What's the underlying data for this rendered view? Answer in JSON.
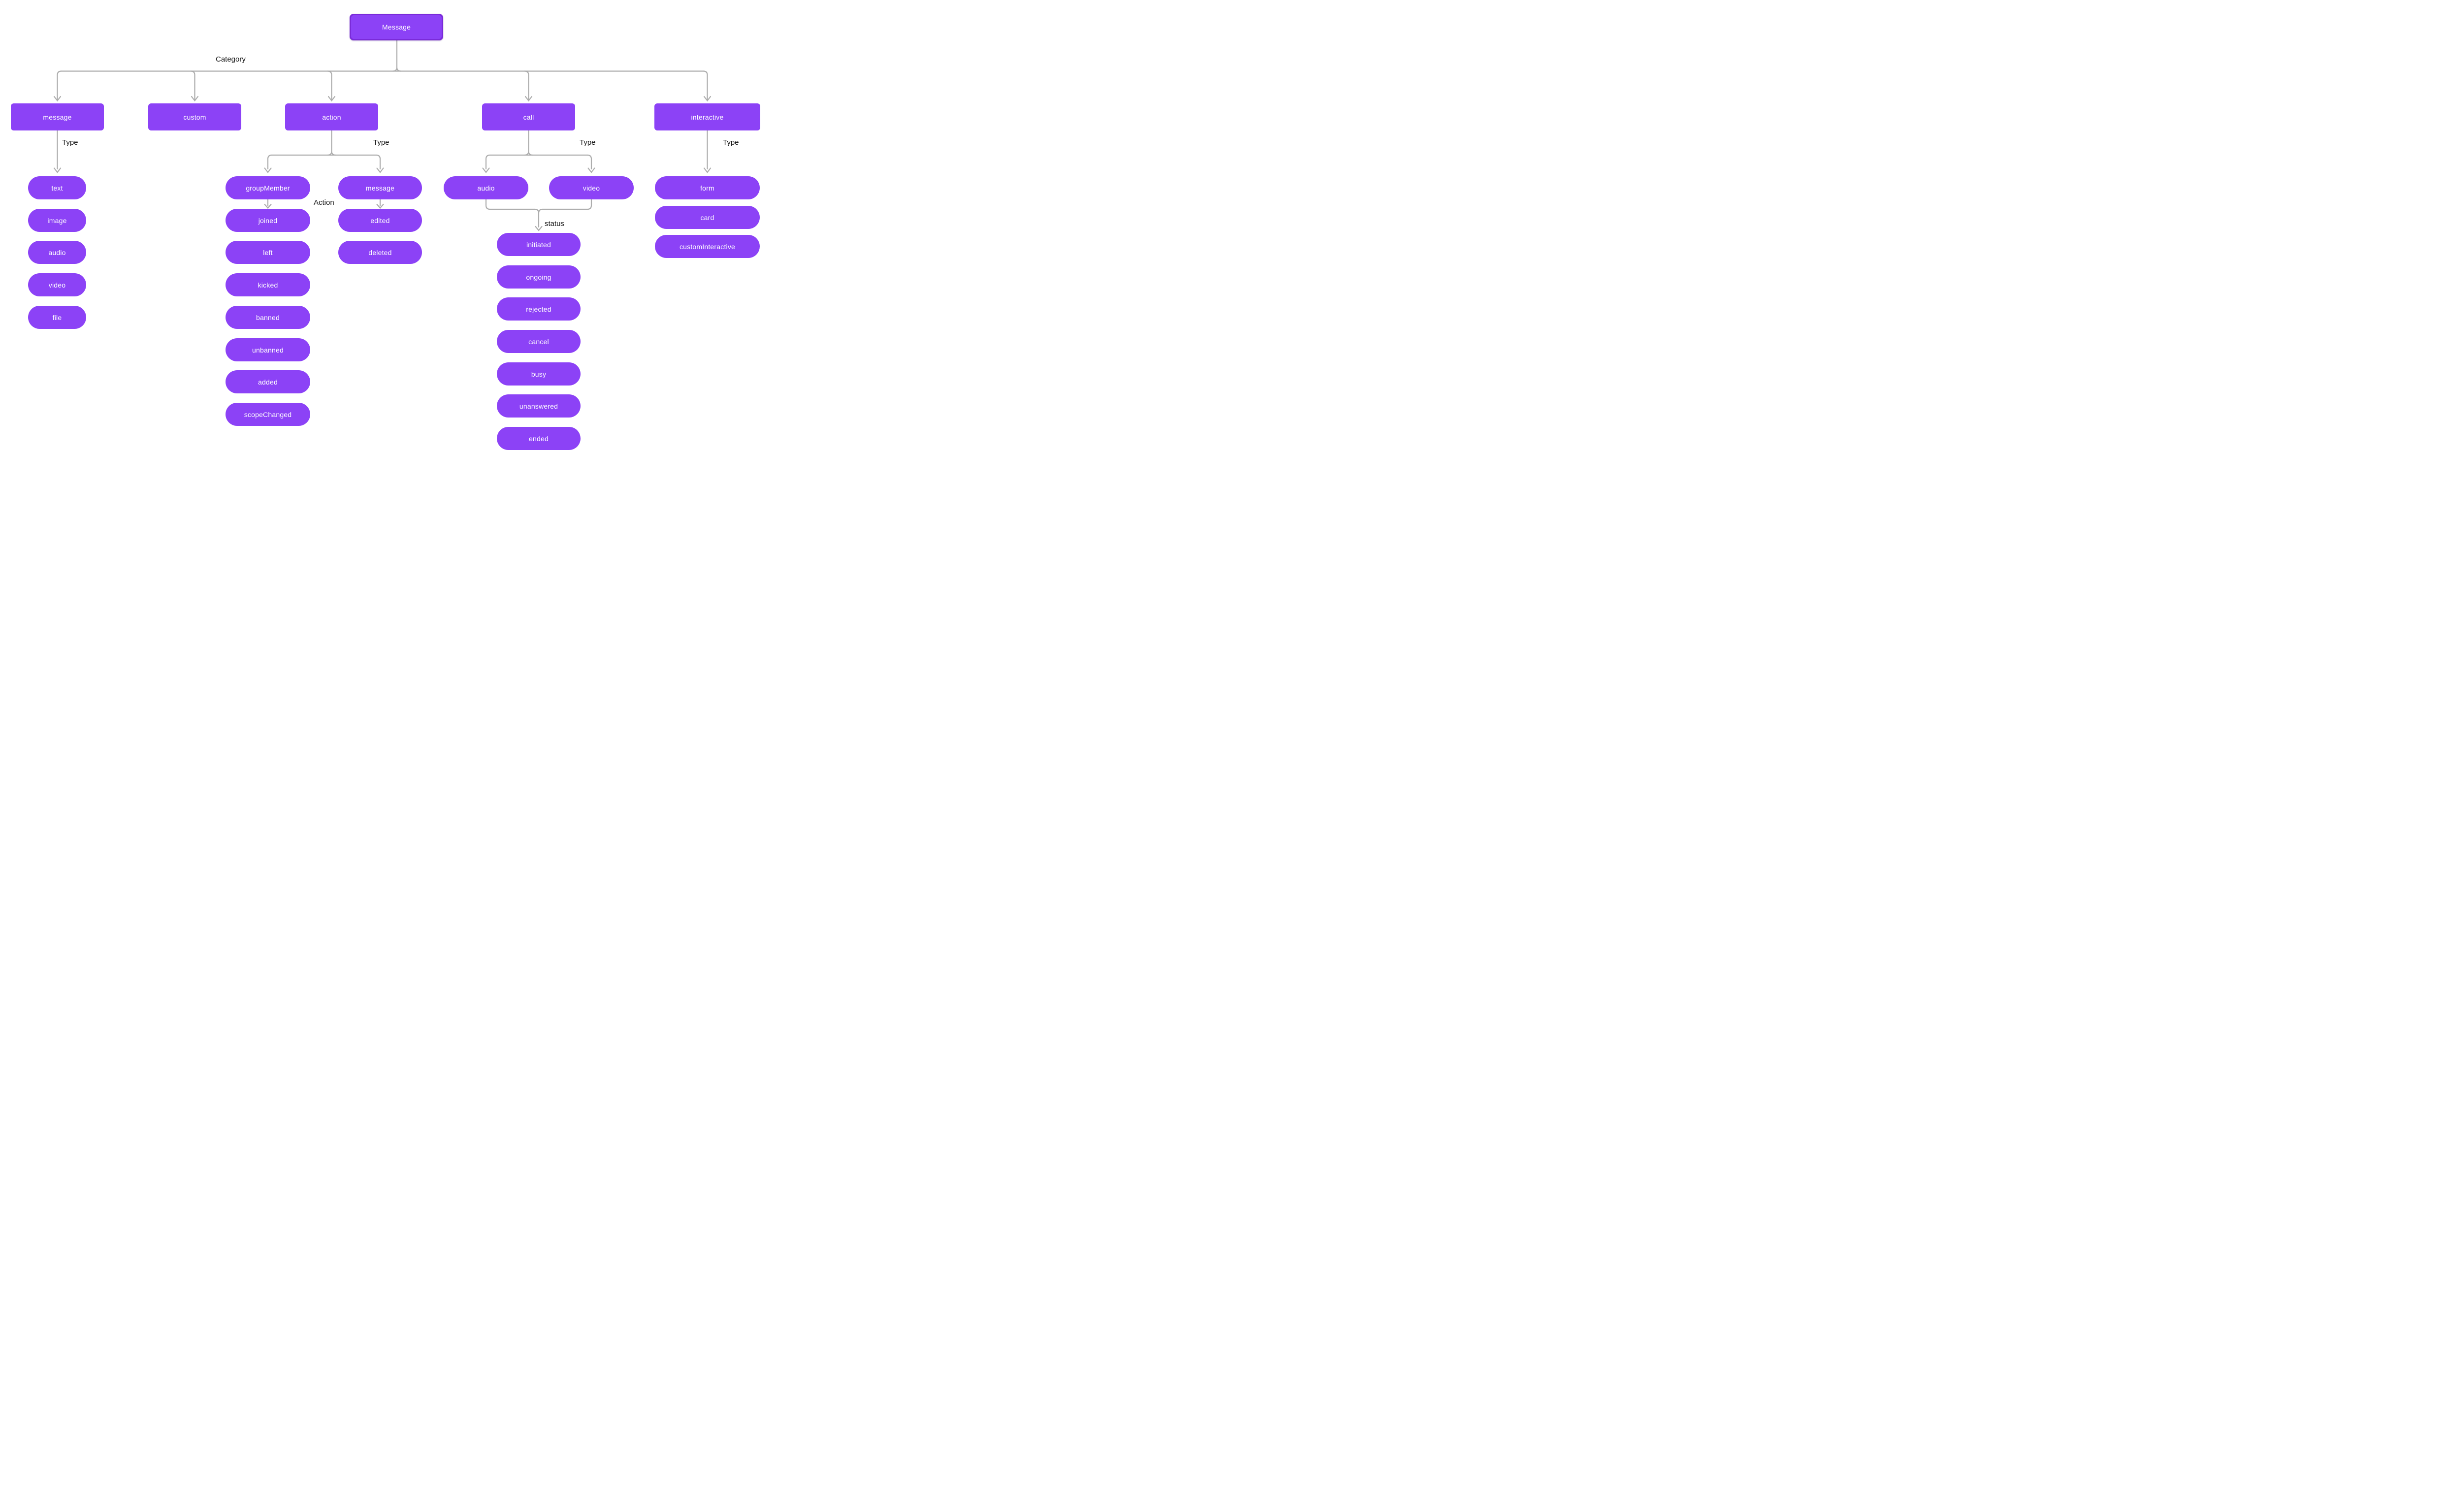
{
  "labels": {
    "category": "Category",
    "type": "Type",
    "action": "Action",
    "status": "status"
  },
  "nodes": {
    "root": "Message",
    "cat_message": "message",
    "cat_custom": "custom",
    "cat_action": "action",
    "cat_call": "call",
    "cat_interactive": "interactive",
    "msg_text": "text",
    "msg_image": "image",
    "msg_audio": "audio",
    "msg_video": "video",
    "msg_file": "file",
    "act_groupMember": "groupMember",
    "act_message": "message",
    "gm_joined": "joined",
    "gm_left": "left",
    "gm_kicked": "kicked",
    "gm_banned": "banned",
    "gm_unbanned": "unbanned",
    "gm_added": "added",
    "gm_scopeChanged": "scopeChanged",
    "am_edited": "edited",
    "am_deleted": "deleted",
    "call_audio": "audio",
    "call_video": "video",
    "st_initiated": "initiated",
    "st_ongoing": "ongoing",
    "st_rejected": "rejected",
    "st_cancel": "cancel",
    "st_busy": "busy",
    "st_unanswered": "unanswered",
    "st_ended": "ended",
    "int_form": "form",
    "int_card": "card",
    "int_customInteractive": "customInteractive"
  },
  "hierarchy": {
    "root": "Message",
    "edge_label_from_root": "Category",
    "categories": [
      {
        "name": "message",
        "children_edge_label": "Type",
        "children": [
          "text",
          "image",
          "audio",
          "video",
          "file"
        ]
      },
      {
        "name": "custom"
      },
      {
        "name": "action",
        "children_edge_label": "Type",
        "children": [
          {
            "name": "groupMember",
            "children_edge_label": "Action",
            "children": [
              "joined",
              "left",
              "kicked",
              "banned",
              "unbanned",
              "added",
              "scopeChanged"
            ]
          },
          {
            "name": "message",
            "children": [
              "edited",
              "deleted"
            ]
          }
        ]
      },
      {
        "name": "call",
        "children_edge_label": "Type",
        "children": [
          "audio",
          "video"
        ],
        "merged_edge_label": "status",
        "statuses": [
          "initiated",
          "ongoing",
          "rejected",
          "cancel",
          "busy",
          "unanswered",
          "ended"
        ]
      },
      {
        "name": "interactive",
        "children_edge_label": "Type",
        "children": [
          "form",
          "card",
          "customInteractive"
        ]
      }
    ]
  },
  "colors": {
    "node_fill": "#8c42f6",
    "root_border": "#7a2bd9",
    "edge": "#adadad",
    "edge_label_text": "#151515",
    "node_text": "#ffffff",
    "background": "#ffffff"
  }
}
